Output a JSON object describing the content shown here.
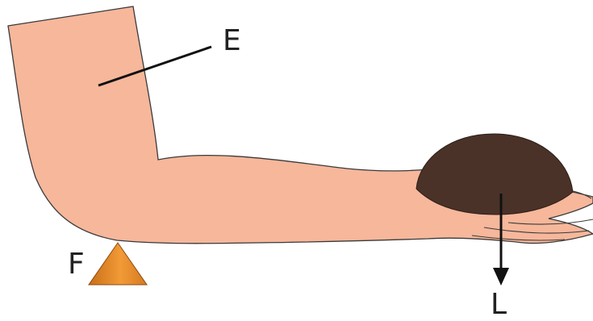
{
  "labels": {
    "effort": "E",
    "fulcrum": "F",
    "load": "L"
  },
  "colors": {
    "skin": "#f6b79b",
    "outline": "#3a3a3a",
    "ball": "#4a3228",
    "fulcrum": "#e58a2a",
    "arrow": "#111111"
  },
  "icons": {
    "arm": "arm-lever-illustration",
    "ball": "ball-load",
    "fulcrum": "triangle-fulcrum",
    "force": "down-arrow"
  }
}
